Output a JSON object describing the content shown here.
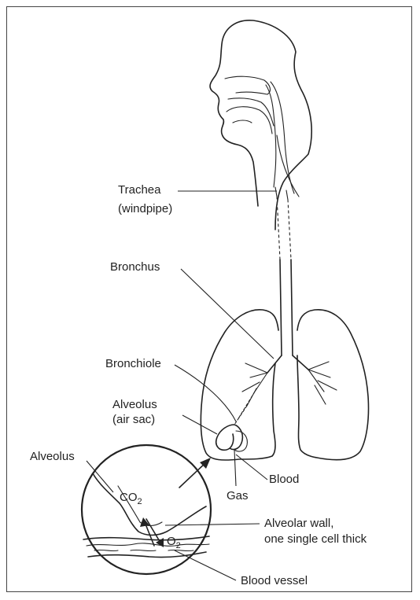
{
  "labels": {
    "trachea": "Trachea",
    "trachea_sub": "(windpipe)",
    "bronchus": "Bronchus",
    "bronchiole": "Bronchiole",
    "alveolus": "Alveolus",
    "alveolus_sub": "(air sac)",
    "alveolus_detail": "Alveolus",
    "blood": "Blood",
    "gas": "Gas",
    "alveolar_wall": "Alveolar wall,",
    "alveolar_wall_sub": "one single cell thick",
    "blood_vessel": "Blood vessel"
  },
  "chemistry": {
    "co2_base": "CO",
    "co2_sub": "2",
    "o2_base": "O",
    "o2_sub": "2"
  }
}
